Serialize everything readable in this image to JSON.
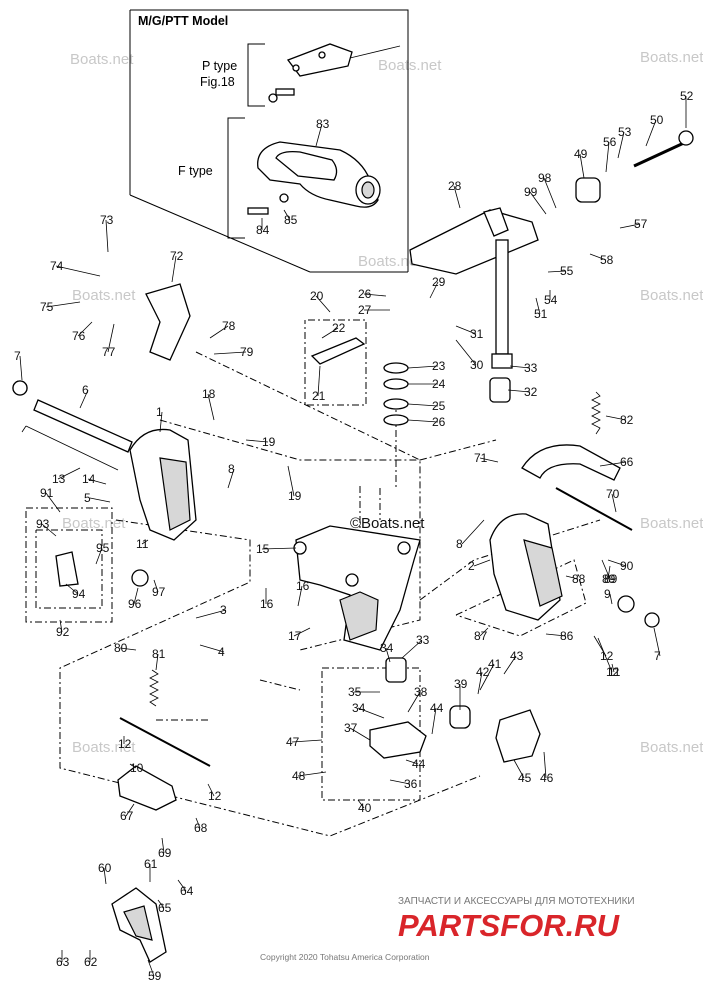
{
  "inset": {
    "title": "M/G/PTT Model",
    "p_type_line1": "P type",
    "p_type_line2": "Fig.18",
    "f_type": "F type"
  },
  "watermark": {
    "text": "Boats.net",
    "center_text": "©Boats.net"
  },
  "footer": {
    "copyright": "Copyright 2020 Tohatsu America Corporation",
    "shop_tagline": "ЗАПЧАСТИ И АКСЕССУАРЫ ДЛЯ МОТОТЕХНИКИ",
    "shop_logo": "PARTSFOR.RU"
  },
  "colors": {
    "line": "#000000",
    "watermark": "#c8c8c8",
    "logo_red": "#d9252a"
  },
  "callouts": [
    "1",
    "2",
    "3",
    "4",
    "5",
    "6",
    "7",
    "7",
    "8",
    "8",
    "9",
    "10",
    "11",
    "11",
    "12",
    "12",
    "12",
    "12",
    "13",
    "14",
    "15",
    "16",
    "16",
    "17",
    "18",
    "19",
    "19",
    "20",
    "21",
    "22",
    "23",
    "24",
    "25",
    "26",
    "26",
    "27",
    "28",
    "29",
    "30",
    "31",
    "32",
    "33",
    "33",
    "34",
    "34",
    "35",
    "36",
    "37",
    "38",
    "39",
    "40",
    "41",
    "42",
    "43",
    "44",
    "44",
    "45",
    "46",
    "47",
    "48",
    "49",
    "50",
    "51",
    "52",
    "53",
    "54",
    "55",
    "56",
    "57",
    "58",
    "59",
    "60",
    "61",
    "62",
    "63",
    "64",
    "65",
    "66",
    "67",
    "68",
    "69",
    "70",
    "71",
    "72",
    "73",
    "74",
    "75",
    "76",
    "77",
    "78",
    "79",
    "80",
    "81",
    "82",
    "83",
    "84",
    "85",
    "86",
    "87",
    "88",
    "89",
    "89",
    "90",
    "91",
    "92",
    "93",
    "94",
    "95",
    "96",
    "97",
    "98",
    "99"
  ]
}
